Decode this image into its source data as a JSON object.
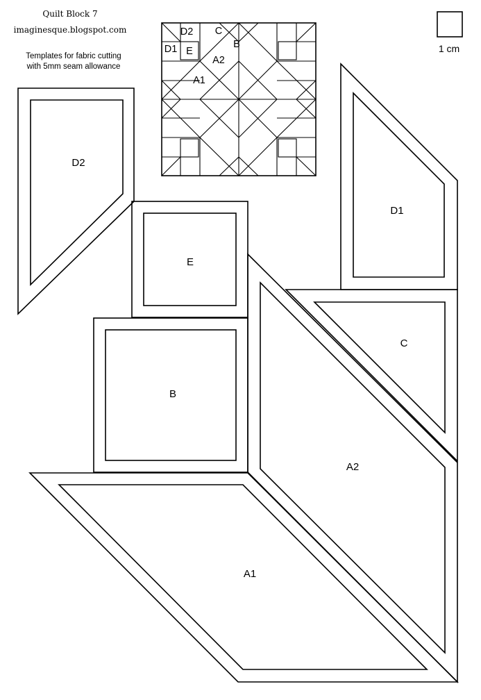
{
  "header": {
    "title": "Quilt Block 7",
    "subtitle": "imaginesque.blogspot.com",
    "note_line1": "Templates for fabric cutting",
    "note_line2": "with 5mm seam allowance"
  },
  "scale_label": "1 cm",
  "diagram_labels": {
    "d2": "D2",
    "c": "C",
    "b": "B",
    "d1": "D1",
    "e": "E",
    "a2": "A2",
    "a1": "A1"
  },
  "templates": {
    "d2": "D2",
    "d1": "D1",
    "e": "E",
    "c": "C",
    "b": "B",
    "a2": "A2",
    "a1": "A1"
  }
}
